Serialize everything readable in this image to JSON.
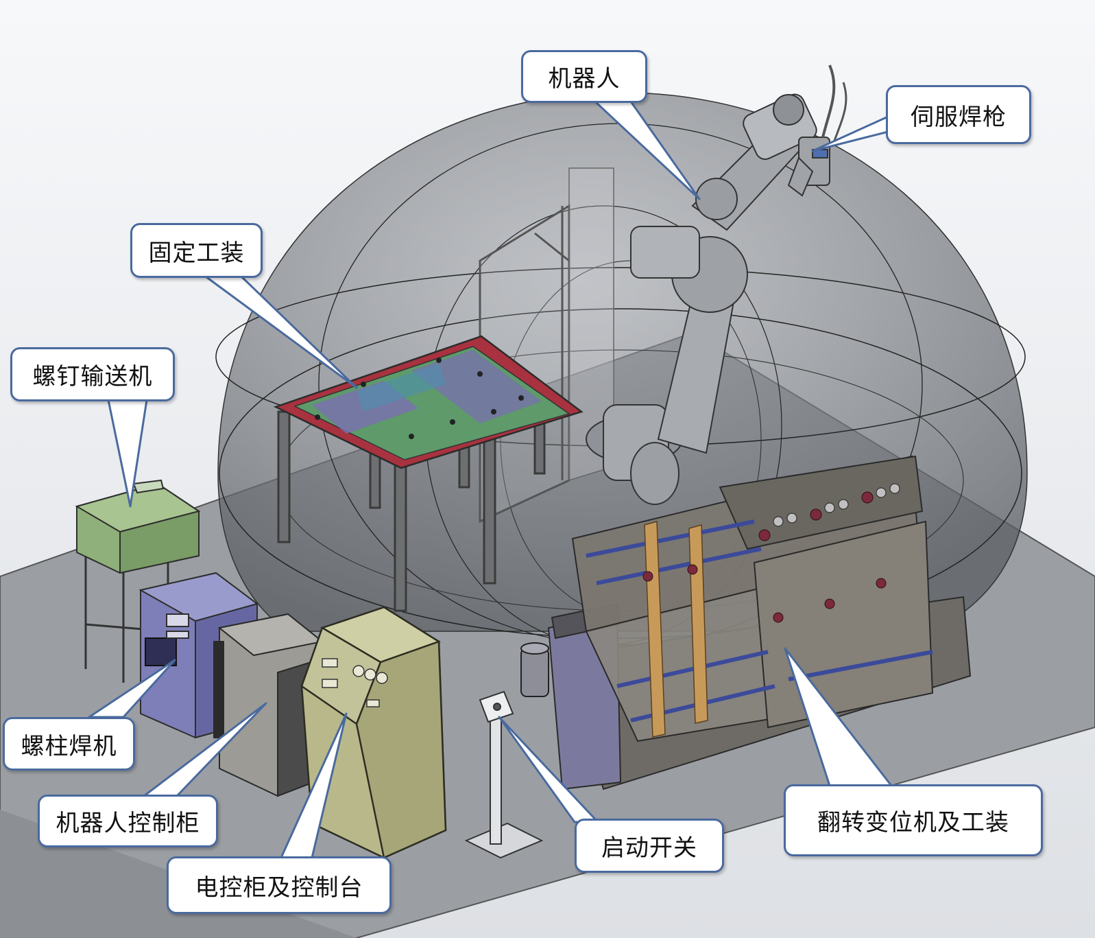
{
  "callouts": [
    {
      "id": "robot",
      "label": "机器人"
    },
    {
      "id": "servo-gun",
      "label": "伺服焊枪"
    },
    {
      "id": "fixture",
      "label": "固定工装"
    },
    {
      "id": "screw-feeder",
      "label": "螺钉输送机"
    },
    {
      "id": "stud-welder",
      "label": "螺柱焊机"
    },
    {
      "id": "robot-cabinet",
      "label": "机器人控制柜"
    },
    {
      "id": "control-console",
      "label": "电控柜及控制台"
    },
    {
      "id": "start-switch",
      "label": "启动开关"
    },
    {
      "id": "positioner",
      "label": "翻转变位机及工装"
    }
  ],
  "colors": {
    "callout_border": "#4a6a9e",
    "callout_fill": "#ffffff",
    "floor": "#9b9fa4",
    "envelope_dome": "#6f7378",
    "fixture_table_red": "#a8323f",
    "fixture_plate_green": "#5e9a6a",
    "screw_feeder_green": "#8fb07a",
    "stud_welder_purple": "#7e7fb8",
    "console_olive": "#b8b88a",
    "positioner_gray": "#7b7770"
  }
}
